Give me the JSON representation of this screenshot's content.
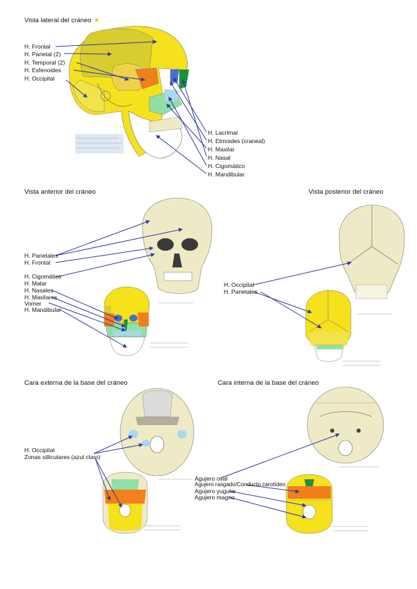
{
  "sections": {
    "lateral": {
      "title": "Vista lateral del cráneo",
      "left_labels": [
        "H. Frontal",
        "H. Parietal (2)",
        "H. Temporal (2)",
        "H. Esfenoides",
        "H. Occipital"
      ],
      "right_labels": [
        "H. Lacrimal",
        "H. Etmoides (craneal)",
        "H. Maxilar",
        "H. Nasal",
        "H. Cigomático",
        "H. Mandibular"
      ]
    },
    "anterior": {
      "title": "Vista anterior del cráneo",
      "labels": [
        "H. Parietales",
        "H. Frontal",
        "H. Cigomático",
        "H. Malar",
        "H. Nasales",
        "H. Maxilares",
        "Vomer",
        "H. Mandibular"
      ]
    },
    "posterior": {
      "title": "Vista  posterior del cráneo",
      "labels": [
        "H. Occipital",
        "H. Parietales"
      ]
    },
    "base_externa": {
      "title": "Cara externa de la base del cráneo",
      "labels": [
        "H. Occipital",
        "Zonas silliculares (azul claro)"
      ]
    },
    "base_interna": {
      "title": "Cara interna de la base del cráneo",
      "labels": [
        "Agujero oval",
        "Agujero rasgado/Conducto carotídeo",
        "Agujero yugular",
        "Agujero magno"
      ]
    }
  },
  "colors": {
    "frontal": "#f5e11c",
    "parietal": "#d9cc2e",
    "temporal": "#f0d24a",
    "occipital": "#f2e34a",
    "sphenoid": "#f07f1c",
    "maxilla": "#8fe0a6",
    "zygomatic": "#a8d9f0",
    "nasal": "#1f8f3b",
    "bone": "#efeac6",
    "arrow": "#2f3aa0"
  },
  "icons": {
    "star": "star-icon"
  }
}
